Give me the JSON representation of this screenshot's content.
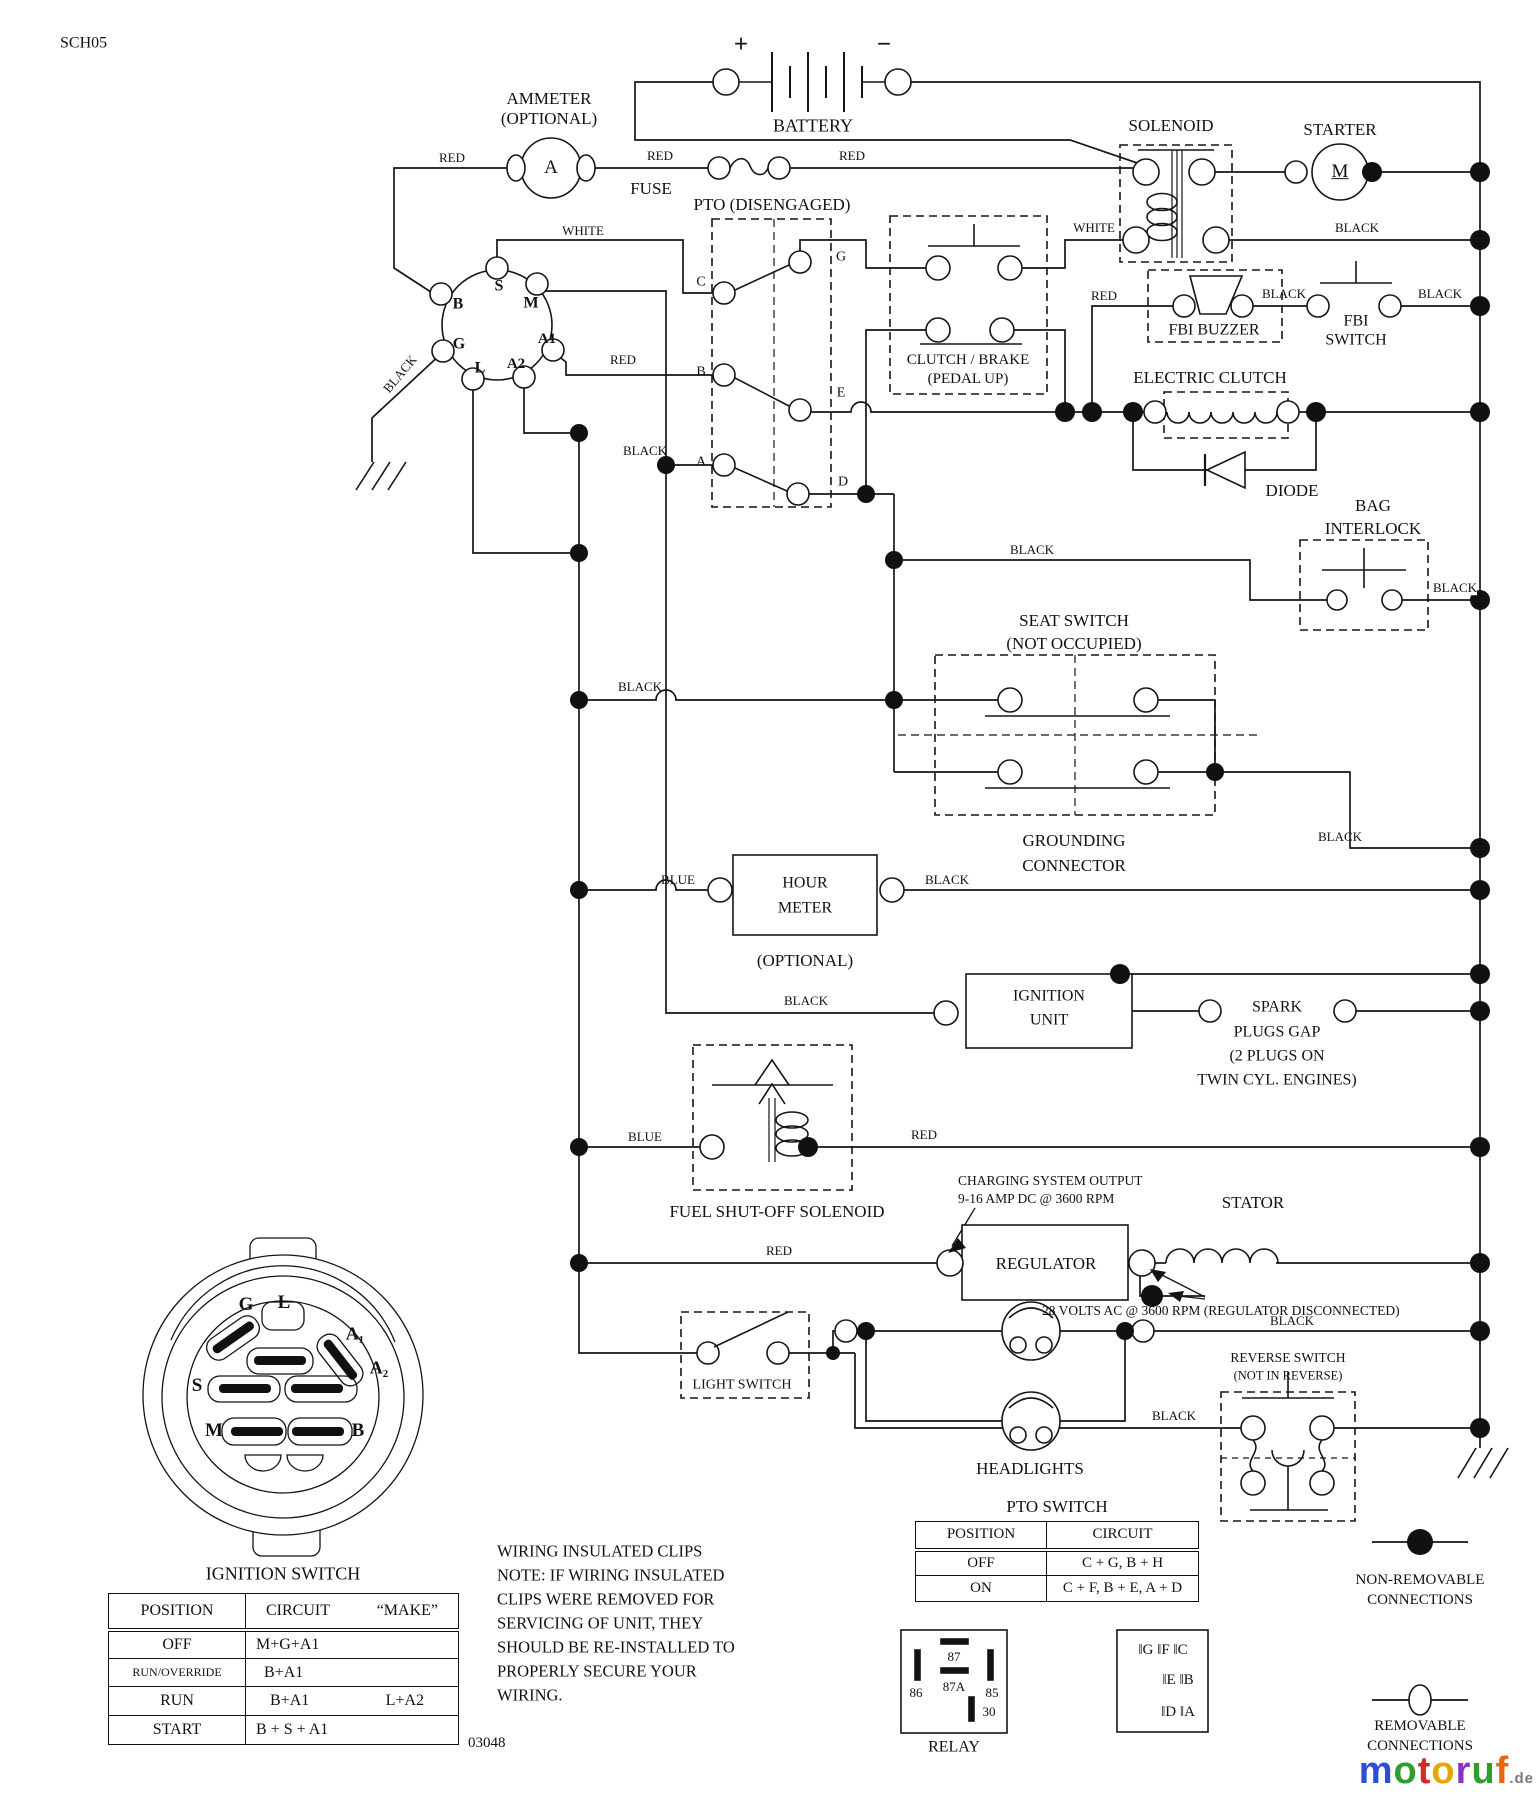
{
  "doc": {
    "code": "SCH05",
    "part_number": "03048"
  },
  "wire_colors": {
    "red": "RED",
    "black": "BLACK",
    "white": "WHITE",
    "blue": "BLUE"
  },
  "battery": {
    "label": "BATTERY",
    "plus": "+",
    "minus": "−"
  },
  "ammeter": {
    "lines": [
      "AMMETER",
      "(OPTIONAL)"
    ],
    "symbol": "A"
  },
  "fuse": {
    "label": "FUSE"
  },
  "pto_switch_symbol": {
    "label": "PTO (DISENGAGED)",
    "terminals": {
      "c": "C",
      "b": "B",
      "a": "A",
      "g": "G",
      "e": "E",
      "d": "D"
    }
  },
  "solenoid": {
    "label": "SOLENOID"
  },
  "starter": {
    "label": "STARTER",
    "symbol": "M"
  },
  "fbi_buzzer": {
    "label": "FBI BUZZER"
  },
  "fbi_switch": {
    "lines": [
      "FBI",
      "SWITCH"
    ]
  },
  "clutch_brake": {
    "lines": [
      "CLUTCH / BRAKE",
      "(PEDAL UP)"
    ]
  },
  "electric_clutch": {
    "label": "ELECTRIC CLUTCH"
  },
  "diode": {
    "label": "DIODE"
  },
  "bag_interlock": {
    "lines": [
      "BAG",
      "INTERLOCK"
    ]
  },
  "seat_switch": {
    "lines": [
      "SEAT SWITCH",
      "(NOT OCCUPIED)"
    ]
  },
  "grounding_connector": {
    "lines": [
      "GROUNDING",
      "CONNECTOR"
    ]
  },
  "hour_meter": {
    "lines": [
      "HOUR",
      "METER"
    ],
    "note": "(OPTIONAL)"
  },
  "ignition_unit": {
    "lines": [
      "IGNITION",
      "UNIT"
    ]
  },
  "spark_plugs": {
    "lines": [
      "SPARK",
      "PLUGS GAP",
      "(2 PLUGS ON",
      "TWIN CYL. ENGINES)"
    ]
  },
  "fuel_solenoid": {
    "label": "FUEL SHUT-OFF SOLENOID"
  },
  "charging_note": {
    "lines": [
      "CHARGING SYSTEM OUTPUT",
      "9-16 AMP DC @ 3600 RPM"
    ]
  },
  "regulator": {
    "label": "REGULATOR"
  },
  "stator": {
    "label": "STATOR"
  },
  "volts_note": "28 VOLTS AC @ 3600 RPM (REGULATOR DISCONNECTED)",
  "light_switch": {
    "label": "LIGHT SWITCH"
  },
  "headlights": {
    "label": "HEADLIGHTS"
  },
  "reverse_switch": {
    "lines": [
      "REVERSE SWITCH",
      "(NOT IN REVERSE)"
    ]
  },
  "key_switch": {
    "terminals": {
      "s": "S",
      "m": "M",
      "b": "B",
      "g": "G",
      "l": "L",
      "a1": "A1",
      "a2": "A2"
    }
  },
  "ignition_connector": {
    "label": "IGNITION SWITCH",
    "terminals": [
      "G",
      "L",
      "A₁",
      "A₂",
      "S",
      "M",
      "B"
    ]
  },
  "ignition_table": {
    "col_position": "POSITION",
    "col_circuit": "CIRCUIT",
    "col_make": "“MAKE”",
    "rows": [
      {
        "position": "OFF",
        "circuit": "M+G+A1",
        "extra": ""
      },
      {
        "position": "RUN/OVERRIDE",
        "circuit": "B+A1",
        "extra": ""
      },
      {
        "position": "RUN",
        "circuit": "B+A1",
        "extra": "L+A2"
      },
      {
        "position": "START",
        "circuit": "B + S + A1",
        "extra": ""
      }
    ]
  },
  "pto_table": {
    "title": "PTO SWITCH",
    "col_position": "POSITION",
    "col_circuit": "CIRCUIT",
    "rows": [
      {
        "position": "OFF",
        "circuit": "C + G, B + H"
      },
      {
        "position": "ON",
        "circuit": "C + F, B + E, A + D"
      }
    ]
  },
  "note": {
    "lines": [
      "WIRING INSULATED CLIPS",
      "NOTE:  IF WIRING INSULATED",
      "CLIPS WERE REMOVED FOR",
      "SERVICING OF UNIT, THEY",
      "SHOULD BE RE-INSTALLED TO",
      "PROPERLY SECURE YOUR",
      "WIRING."
    ]
  },
  "relay": {
    "label": "RELAY",
    "pins": [
      "87",
      "87A",
      "86",
      "85",
      "30"
    ]
  },
  "connector_legend": {
    "rows": [
      "‖G ‖F ‖C",
      "‖E ‖B",
      "‖D ‖A"
    ]
  },
  "legend": {
    "non_removable": [
      "NON-REMOVABLE",
      "CONNECTIONS"
    ],
    "removable": [
      "REMOVABLE",
      "CONNECTIONS"
    ]
  },
  "watermark": {
    "letters": [
      {
        "ch": "m",
        "color": "#2b4fd8"
      },
      {
        "ch": "o",
        "color": "#2f9e2f"
      },
      {
        "ch": "t",
        "color": "#d42a2a"
      },
      {
        "ch": "o",
        "color": "#e0a800"
      },
      {
        "ch": "r",
        "color": "#8a2fc9"
      },
      {
        "ch": "u",
        "color": "#2f9e2f"
      },
      {
        "ch": "f",
        "color": "#e86410"
      }
    ],
    "suffix": ".de"
  }
}
